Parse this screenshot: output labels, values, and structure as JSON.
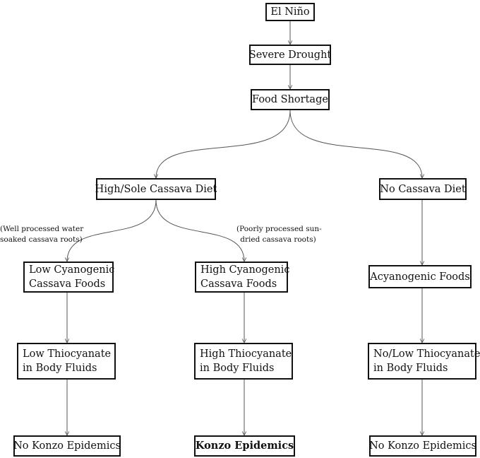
{
  "nodes": {
    "el_nino": "El Niño",
    "severe_drought": "Severe Drought",
    "food_shortage": "Food Shortage",
    "high_sole_cassava": "High/Sole Cassava Diet",
    "no_cassava": "No Cassava Diet",
    "low_cyanogenic": [
      "Low Cyanogenic",
      "Cassava Foods"
    ],
    "high_cyanogenic": [
      "High Cyanogenic",
      "Cassava Foods"
    ],
    "acyanogenic": "Acyanogenic Foods",
    "low_thiocyanate": [
      "Low Thiocyanate",
      "in Body Fluids"
    ],
    "high_thiocyanate": [
      "High Thiocyanate",
      "in Body Fluids"
    ],
    "nolow_thiocyanate": [
      "No/Low Thiocyanate",
      "in Body Fluids"
    ],
    "no_konzo_left": "No Konzo Epidemics",
    "konzo": "Konzo Epidemics",
    "no_konzo_right": "No Konzo Epidemics"
  },
  "annotations": {
    "well_processed": [
      "(Well processed water",
      "soaked cassava roots)"
    ],
    "poorly_processed": [
      "(Poorly processed sun-",
      "dried cassava roots)"
    ]
  },
  "colors": {
    "line": "#555555",
    "border": "#111111",
    "text": "#111111"
  }
}
